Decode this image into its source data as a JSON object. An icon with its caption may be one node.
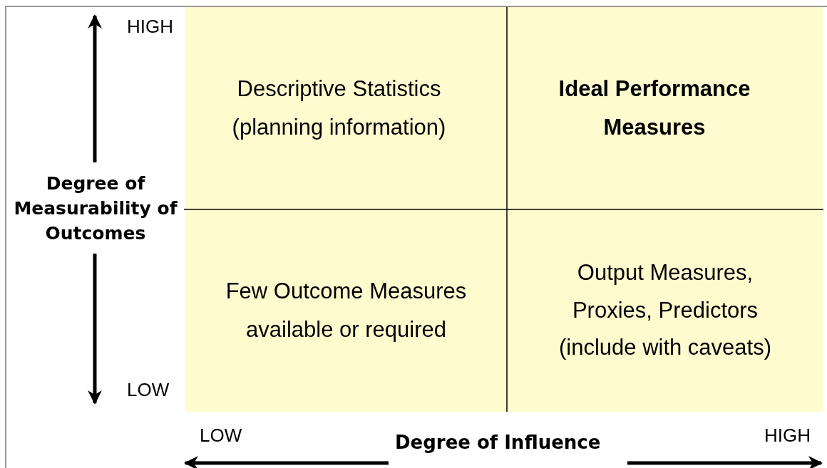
{
  "diagram": {
    "nodes": [
      {
        "text": [
          "Descriptive Statistics (planning information)"
        ]
      },
      {
        "text": [
          "Ideal Performance Measures"
        ]
      },
      {
        "text": [
          "Few Outcome Measures available or required"
        ]
      },
      {
        "text": [
          "Output Measures, Proxies, Predictors (include with caveats)"
        ]
      }
    ],
    "edges": [],
    "labels": [
      "HIGH",
      "Degree of Measurability of Outcomes",
      "LOW",
      "LOW",
      "Degree of Influence",
      "HIGH"
    ]
  }
}
